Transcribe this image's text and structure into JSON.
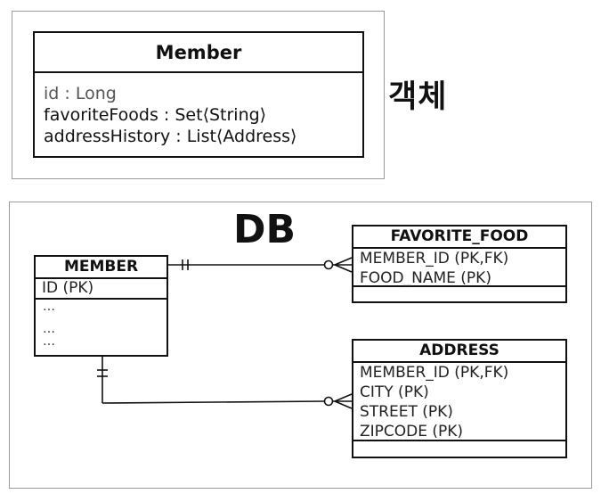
{
  "object_section": {
    "label": "객체",
    "class": {
      "name": "Member",
      "attributes": [
        "id : Long",
        "favoriteFoods : Set⟨String⟩",
        "addressHistory : List⟨Address⟩"
      ]
    }
  },
  "db_section": {
    "label": "DB",
    "member_table": {
      "name": "MEMBER",
      "pk": "ID (PK)",
      "rows": [
        "…",
        "…",
        "…"
      ]
    },
    "favorite_food_table": {
      "name": "FAVORITE_FOOD",
      "columns": [
        "MEMBER_ID (PK,FK)",
        "FOOD_NAME (PK)"
      ]
    },
    "address_table": {
      "name": "ADDRESS",
      "columns": [
        "MEMBER_ID (PK,FK)",
        "CITY (PK)",
        "STREET (PK)",
        "ZIPCODE (PK)"
      ]
    }
  }
}
